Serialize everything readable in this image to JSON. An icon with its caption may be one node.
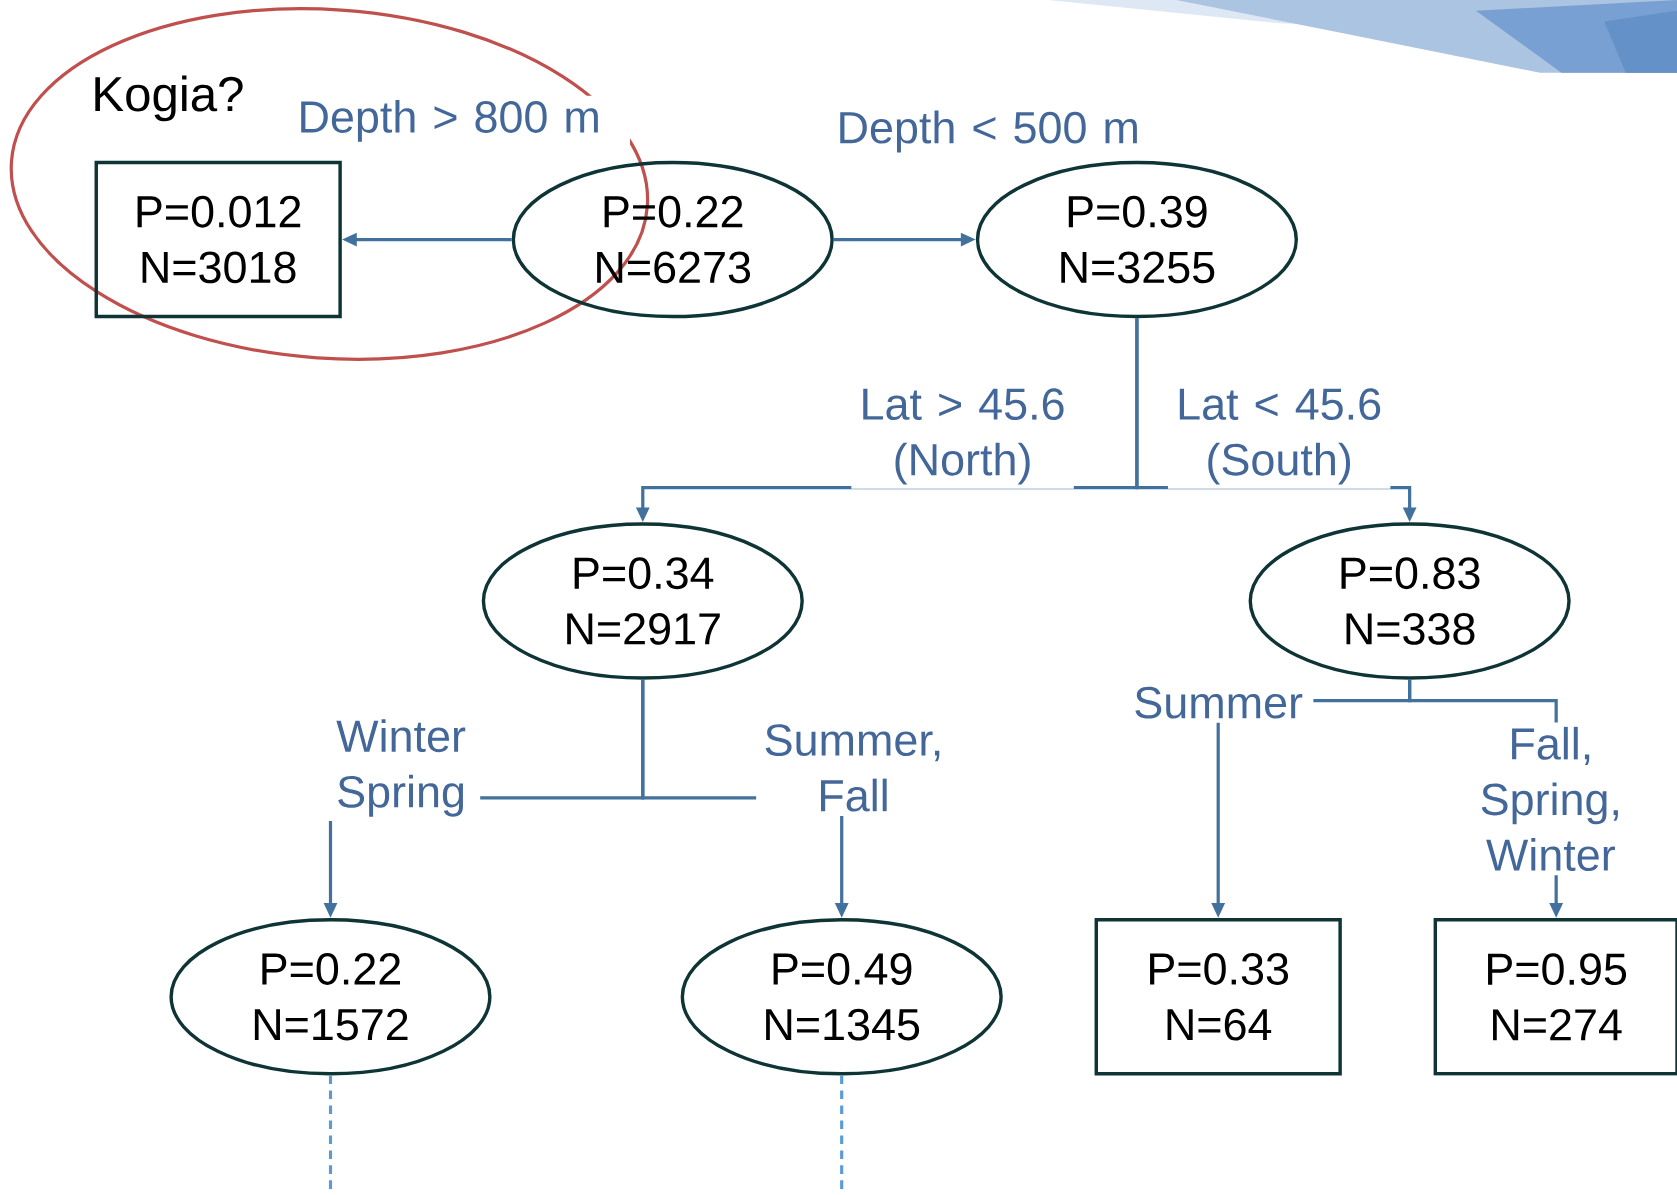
{
  "diagram": {
    "nodes": [
      {
        "text": [
          "P=0.012 N=3018"
        ]
      },
      {
        "text": [
          "P=0.22 N=6273"
        ]
      },
      {
        "text": [
          "P=0.39 N=3255"
        ]
      },
      {
        "text": [
          "P=0.34 N=2917"
        ]
      },
      {
        "text": [
          "P=0.83 N=338"
        ]
      },
      {
        "text": [
          "P=0.22 N=1572"
        ]
      },
      {
        "text": [
          "P=0.49 N=1345"
        ]
      },
      {
        "text": [
          "P=0.33 N=64"
        ]
      },
      {
        "text": [
          "P=0.95 N=274"
        ]
      }
    ],
    "edges": [
      {
        "from": 1,
        "to": 0,
        "arrow": "to",
        "label": "Depth > 800 m"
      },
      {
        "from": 1,
        "to": 2,
        "arrow": "to",
        "label": "Depth < 500 m"
      },
      {
        "from": 2,
        "to": 3,
        "arrow": "to",
        "label": "Lat > 45.6 (North)"
      },
      {
        "from": 2,
        "to": 4,
        "arrow": "to",
        "label": "Lat < 45.6 (South)"
      },
      {
        "from": 3,
        "to": 5,
        "arrow": "to",
        "label": "Winter Spring"
      },
      {
        "from": 3,
        "to": 6,
        "arrow": "to",
        "label": "Summer, Fall"
      },
      {
        "from": 4,
        "to": 7,
        "arrow": "to",
        "label": "Summer"
      },
      {
        "from": 4,
        "to": 8,
        "arrow": "to",
        "label": "Fall, Spring, Winter"
      },
      {
        "from": 5,
        "to": null,
        "arrow": "none",
        "style": "dashed",
        "color": "#5b9bd5"
      },
      {
        "from": 6,
        "to": null,
        "arrow": "none",
        "style": "dashed",
        "color": "#5b9bd5"
      }
    ],
    "labels": [
      "Kogia?"
    ]
  }
}
